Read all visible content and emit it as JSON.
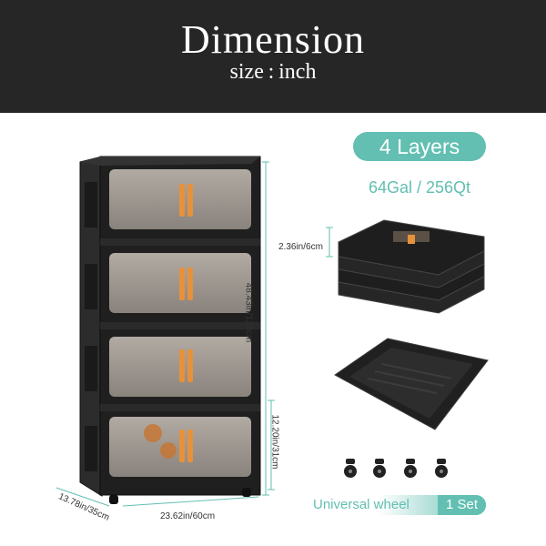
{
  "header": {
    "title": "Dimension",
    "subtitle": "size : inch"
  },
  "spec": {
    "layers_badge": "4 Layers",
    "capacity": "64Gal / 256Qt"
  },
  "dimensions": {
    "height_total": "48.43in/123cm",
    "height_layer": "12.20in/31cm",
    "width": "23.62in/60cm",
    "depth": "13.78in/35cm",
    "folded_thickness": "2.36in/6cm"
  },
  "wheels": {
    "label": "Universal wheel",
    "count": "1 Set"
  },
  "colors": {
    "accent": "#62bfb2",
    "banner": "#262626",
    "cabinet": "#1f1f1f",
    "handle": "#e8913a"
  },
  "icons": [
    "cabinet-illustration",
    "folded-layers-illustration",
    "lid-illustration",
    "caster-wheel-icon"
  ]
}
